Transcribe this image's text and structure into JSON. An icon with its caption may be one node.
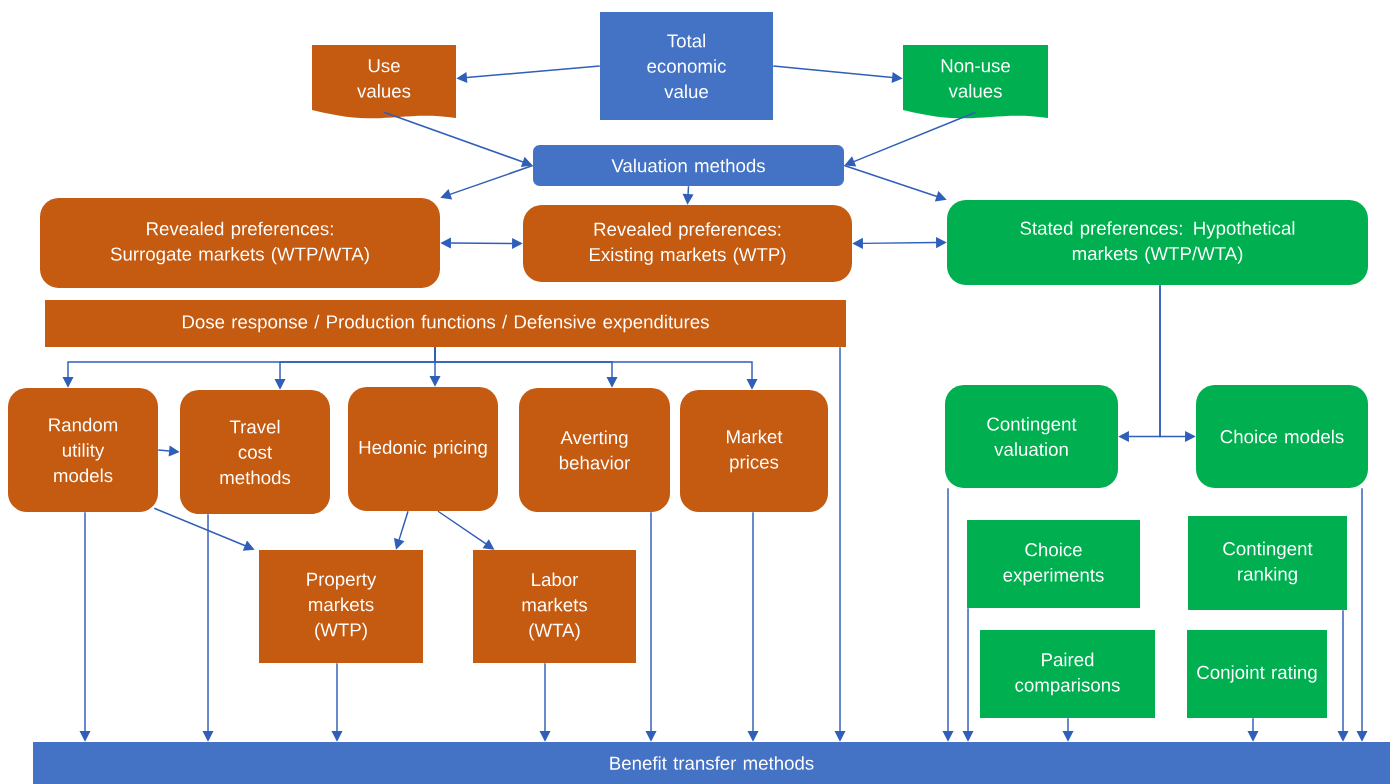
{
  "diagram": {
    "nodes": [
      {
        "text": [
          "Total economic value"
        ]
      },
      {
        "text": [
          "Use values"
        ]
      },
      {
        "text": [
          "Non-use values"
        ]
      },
      {
        "text": [
          "Valuation methods"
        ]
      },
      {
        "text": [
          "Revealed preferences: Surrogate markets (WTP/WTA)"
        ]
      },
      {
        "text": [
          "Revealed preferences: Existing  markets (WTP)"
        ]
      },
      {
        "text": [
          "Stated preferences: Hypothetical markets (WTP/WTA)"
        ]
      },
      {
        "text": [
          "Dose response / Production functions / Defensive expenditures"
        ]
      },
      {
        "text": [
          "Random utility models"
        ]
      },
      {
        "text": [
          "Travel cost methods"
        ]
      },
      {
        "text": [
          "Hedonic pricing"
        ]
      },
      {
        "text": [
          "Averting behavior"
        ]
      },
      {
        "text": [
          "Market prices"
        ]
      },
      {
        "text": [
          "Property markets (WTP)"
        ]
      },
      {
        "text": [
          "Labor markets (WTA)"
        ]
      },
      {
        "text": [
          "Contingent valuation"
        ]
      },
      {
        "text": [
          "Choice models"
        ]
      },
      {
        "text": [
          "Choice experiments"
        ]
      },
      {
        "text": [
          "Contingent ranking"
        ]
      },
      {
        "text": [
          "Paired comparisons"
        ]
      },
      {
        "text": [
          "Conjoint rating"
        ]
      },
      {
        "text": [
          "Benefit transfer methods"
        ]
      }
    ],
    "edges": [
      {
        "from": 0,
        "to": 1,
        "arrow": "to"
      },
      {
        "from": 0,
        "to": 2,
        "arrow": "to"
      },
      {
        "from": 1,
        "to": 3,
        "arrow": "to"
      },
      {
        "from": 2,
        "to": 3,
        "arrow": "to"
      },
      {
        "from": 3,
        "to": 4,
        "arrow": "to"
      },
      {
        "from": 3,
        "to": 5,
        "arrow": "to"
      },
      {
        "from": 3,
        "to": 6,
        "arrow": "to"
      },
      {
        "from": 4,
        "to": 5,
        "arrow": "both"
      },
      {
        "from": 5,
        "to": 6,
        "arrow": "both"
      },
      {
        "from": 7,
        "to": 8,
        "arrow": "to"
      },
      {
        "from": 7,
        "to": 9,
        "arrow": "to"
      },
      {
        "from": 7,
        "to": 10,
        "arrow": "to"
      },
      {
        "from": 7,
        "to": 11,
        "arrow": "to"
      },
      {
        "from": 7,
        "to": 12,
        "arrow": "to"
      },
      {
        "from": 7,
        "to": 21,
        "arrow": "to"
      },
      {
        "from": 8,
        "to": 9,
        "arrow": "to"
      },
      {
        "from": 8,
        "to": 13,
        "arrow": "to"
      },
      {
        "from": 10,
        "to": 13,
        "arrow": "to"
      },
      {
        "from": 10,
        "to": 14,
        "arrow": "to"
      },
      {
        "from": 8,
        "to": 21,
        "arrow": "to"
      },
      {
        "from": 9,
        "to": 21,
        "arrow": "to"
      },
      {
        "from": 13,
        "to": 21,
        "arrow": "to"
      },
      {
        "from": 14,
        "to": 21,
        "arrow": "to"
      },
      {
        "from": 11,
        "to": 21,
        "arrow": "to"
      },
      {
        "from": 12,
        "to": 21,
        "arrow": "to"
      },
      {
        "from": 6,
        "to": 15,
        "arrow": "to"
      },
      {
        "from": 6,
        "to": 16,
        "arrow": "to"
      },
      {
        "from": 15,
        "to": 21,
        "arrow": "to"
      },
      {
        "from": 17,
        "to": 21,
        "arrow": "to"
      },
      {
        "from": 19,
        "to": 21,
        "arrow": "to"
      },
      {
        "from": 20,
        "to": 21,
        "arrow": "to"
      },
      {
        "from": 18,
        "to": 21,
        "arrow": "to"
      },
      {
        "from": 16,
        "to": 21,
        "arrow": "to"
      }
    ]
  }
}
